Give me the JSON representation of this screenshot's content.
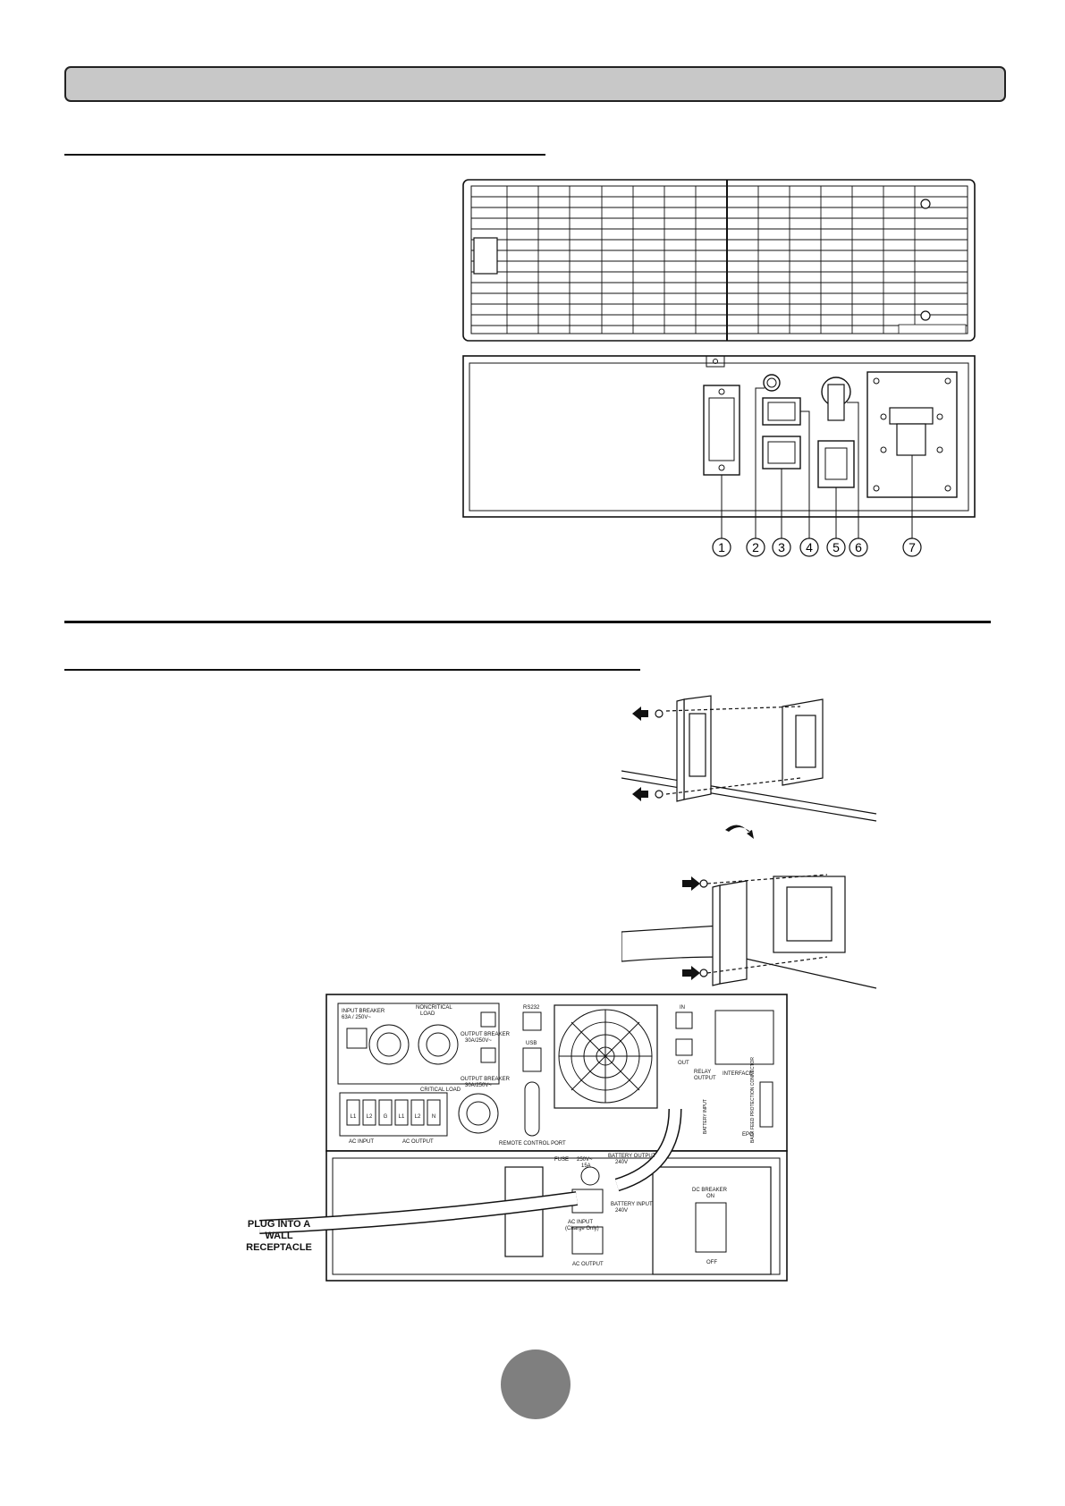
{
  "callouts": [
    "1",
    "2",
    "3",
    "4",
    "5",
    "6",
    "7"
  ],
  "labels": {
    "plug_into": [
      "PLUG INTO A",
      "WALL",
      "RECEPTACLE"
    ],
    "input_breaker": [
      "INPUT BREAKER",
      "63A / 250V~"
    ],
    "noncritical": [
      "NONCRITICAL",
      "LOAD"
    ],
    "output_breaker": [
      "OUTPUT BREAKER",
      "30A/250V~"
    ],
    "critical_load": "CRITICAL LOAD",
    "ac_input": "AC INPUT",
    "ac_output": "AC OUTPUT",
    "rs232": "RS232",
    "usb": "USB",
    "remote_control_port": "REMOTE CONTROL PORT",
    "in": "IN",
    "out": "OUT",
    "relay_output": [
      "RELAY",
      "OUTPUT"
    ],
    "interface": "INTERFACE",
    "epo": "EPO",
    "battery_input_side": "BATTERY INPUT",
    "backfeed": "BACK FEED PROTECTION CONNECTOR",
    "fuse": "FUSE",
    "fuse_rating": [
      "250V~",
      "15A"
    ],
    "ac_input_charge": [
      "AC INPUT",
      "(Charge Only)"
    ],
    "ac_output_small": "AC OUTPUT",
    "battery_output": [
      "BATTERY OUTPUT",
      "240V"
    ],
    "battery_input": [
      "BATTERY INPUT",
      "240V"
    ],
    "dc_breaker": [
      "DC BREAKER",
      "ON"
    ],
    "off": "OFF",
    "terminal_labels": [
      "L1",
      "L2",
      "G",
      "L1",
      "L2",
      "N"
    ]
  }
}
